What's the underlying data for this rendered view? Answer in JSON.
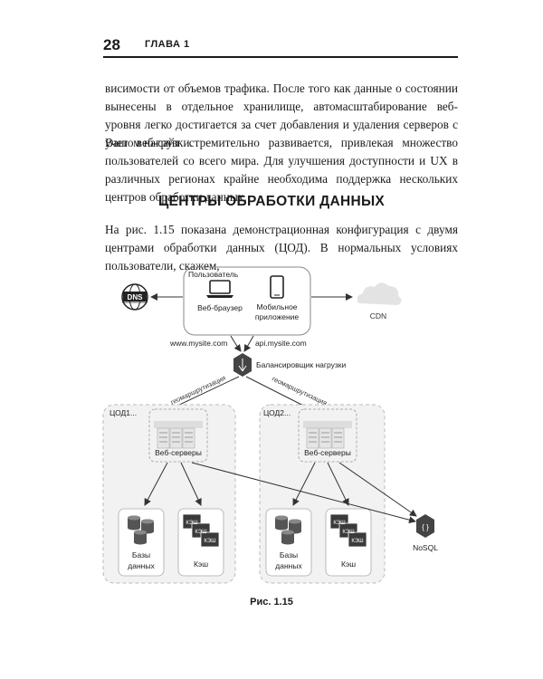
{
  "header": {
    "page_number": "28",
    "chapter": "ГЛАВА 1"
  },
  "paragraphs": [
    "висимости от объемов трафика. После того как данные о состоянии вынесены в отдельное хранилище, автомасштабирование веб-уровня легко достигается за счет добавления и удаления серверов с учетом нагрузки.",
    "Ваш веб-сайт стремительно развивается, привлекая множество пользователей со всего мира. Для улучшения доступности и UX в различных регионах крайне необходима поддержка нескольких центров обработки данных.",
    "На рис. 1.15 показана демонстрационная конфигурация с двумя центрами обработки данных (ЦОД). В нормальных условиях пользователи, скажем,"
  ],
  "section_title": "ЦЕНТРЫ ОБРАБОТКИ ДАННЫХ",
  "diagram": {
    "users_label": "Пользователь",
    "browser_label": "Веб-браузер",
    "mobile_label_1": "Мобильное",
    "mobile_label_2": "приложение",
    "dns_label": "DNS",
    "cdn_label": "CDN",
    "site_url": "www.mysite.com",
    "api_url": "api.mysite.com",
    "lb_label": "Балансировщик нагрузки",
    "geo_routing_1": "геомаршрутизация",
    "geo_routing_2": "геомаршрутизация",
    "dc1_label": "ЦОД1...",
    "dc2_label": "ЦОД2...",
    "web_servers_1": "Веб-серверы",
    "web_servers_2": "Веб-серверы",
    "db1_line1": "Базы",
    "db1_line2": "данных",
    "db2_line1": "Базы",
    "db2_line2": "данных",
    "cache_label_1": "Кэш",
    "cache_label_2": "Кэш",
    "cache_tag": "КЭШ",
    "nosql_label": "NoSQL"
  },
  "caption": "Рис. 1.15"
}
